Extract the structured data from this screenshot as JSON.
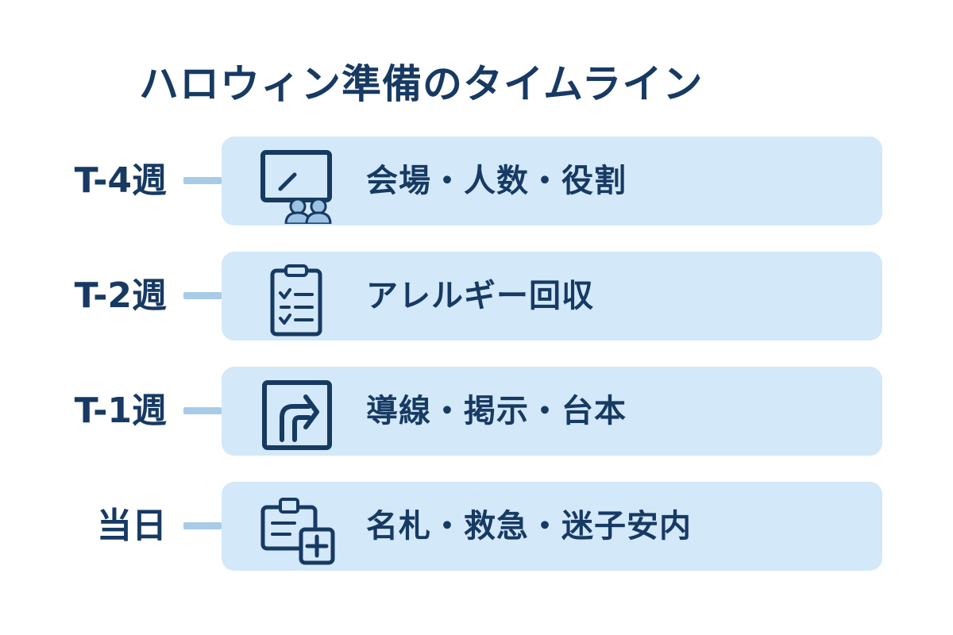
{
  "title": "ハロウィン準備のタイムライン",
  "colors": {
    "primary": "#173a63",
    "card_background": "#d3e8f9",
    "connector": "#a7cbe8",
    "icon_fill": "#9cc3e4"
  },
  "timeline": [
    {
      "label": "T-4週",
      "text": "会場・人数・役割",
      "icon": "presentation-people-icon"
    },
    {
      "label": "T-2週",
      "text": "アレルギー回収",
      "icon": "clipboard-checklist-icon"
    },
    {
      "label": "T-1週",
      "text": "導線・掲示・台本",
      "icon": "route-arrow-sign-icon"
    },
    {
      "label": "当日",
      "text": "名札・救急・迷子安内",
      "icon": "badge-first-aid-icon"
    }
  ]
}
